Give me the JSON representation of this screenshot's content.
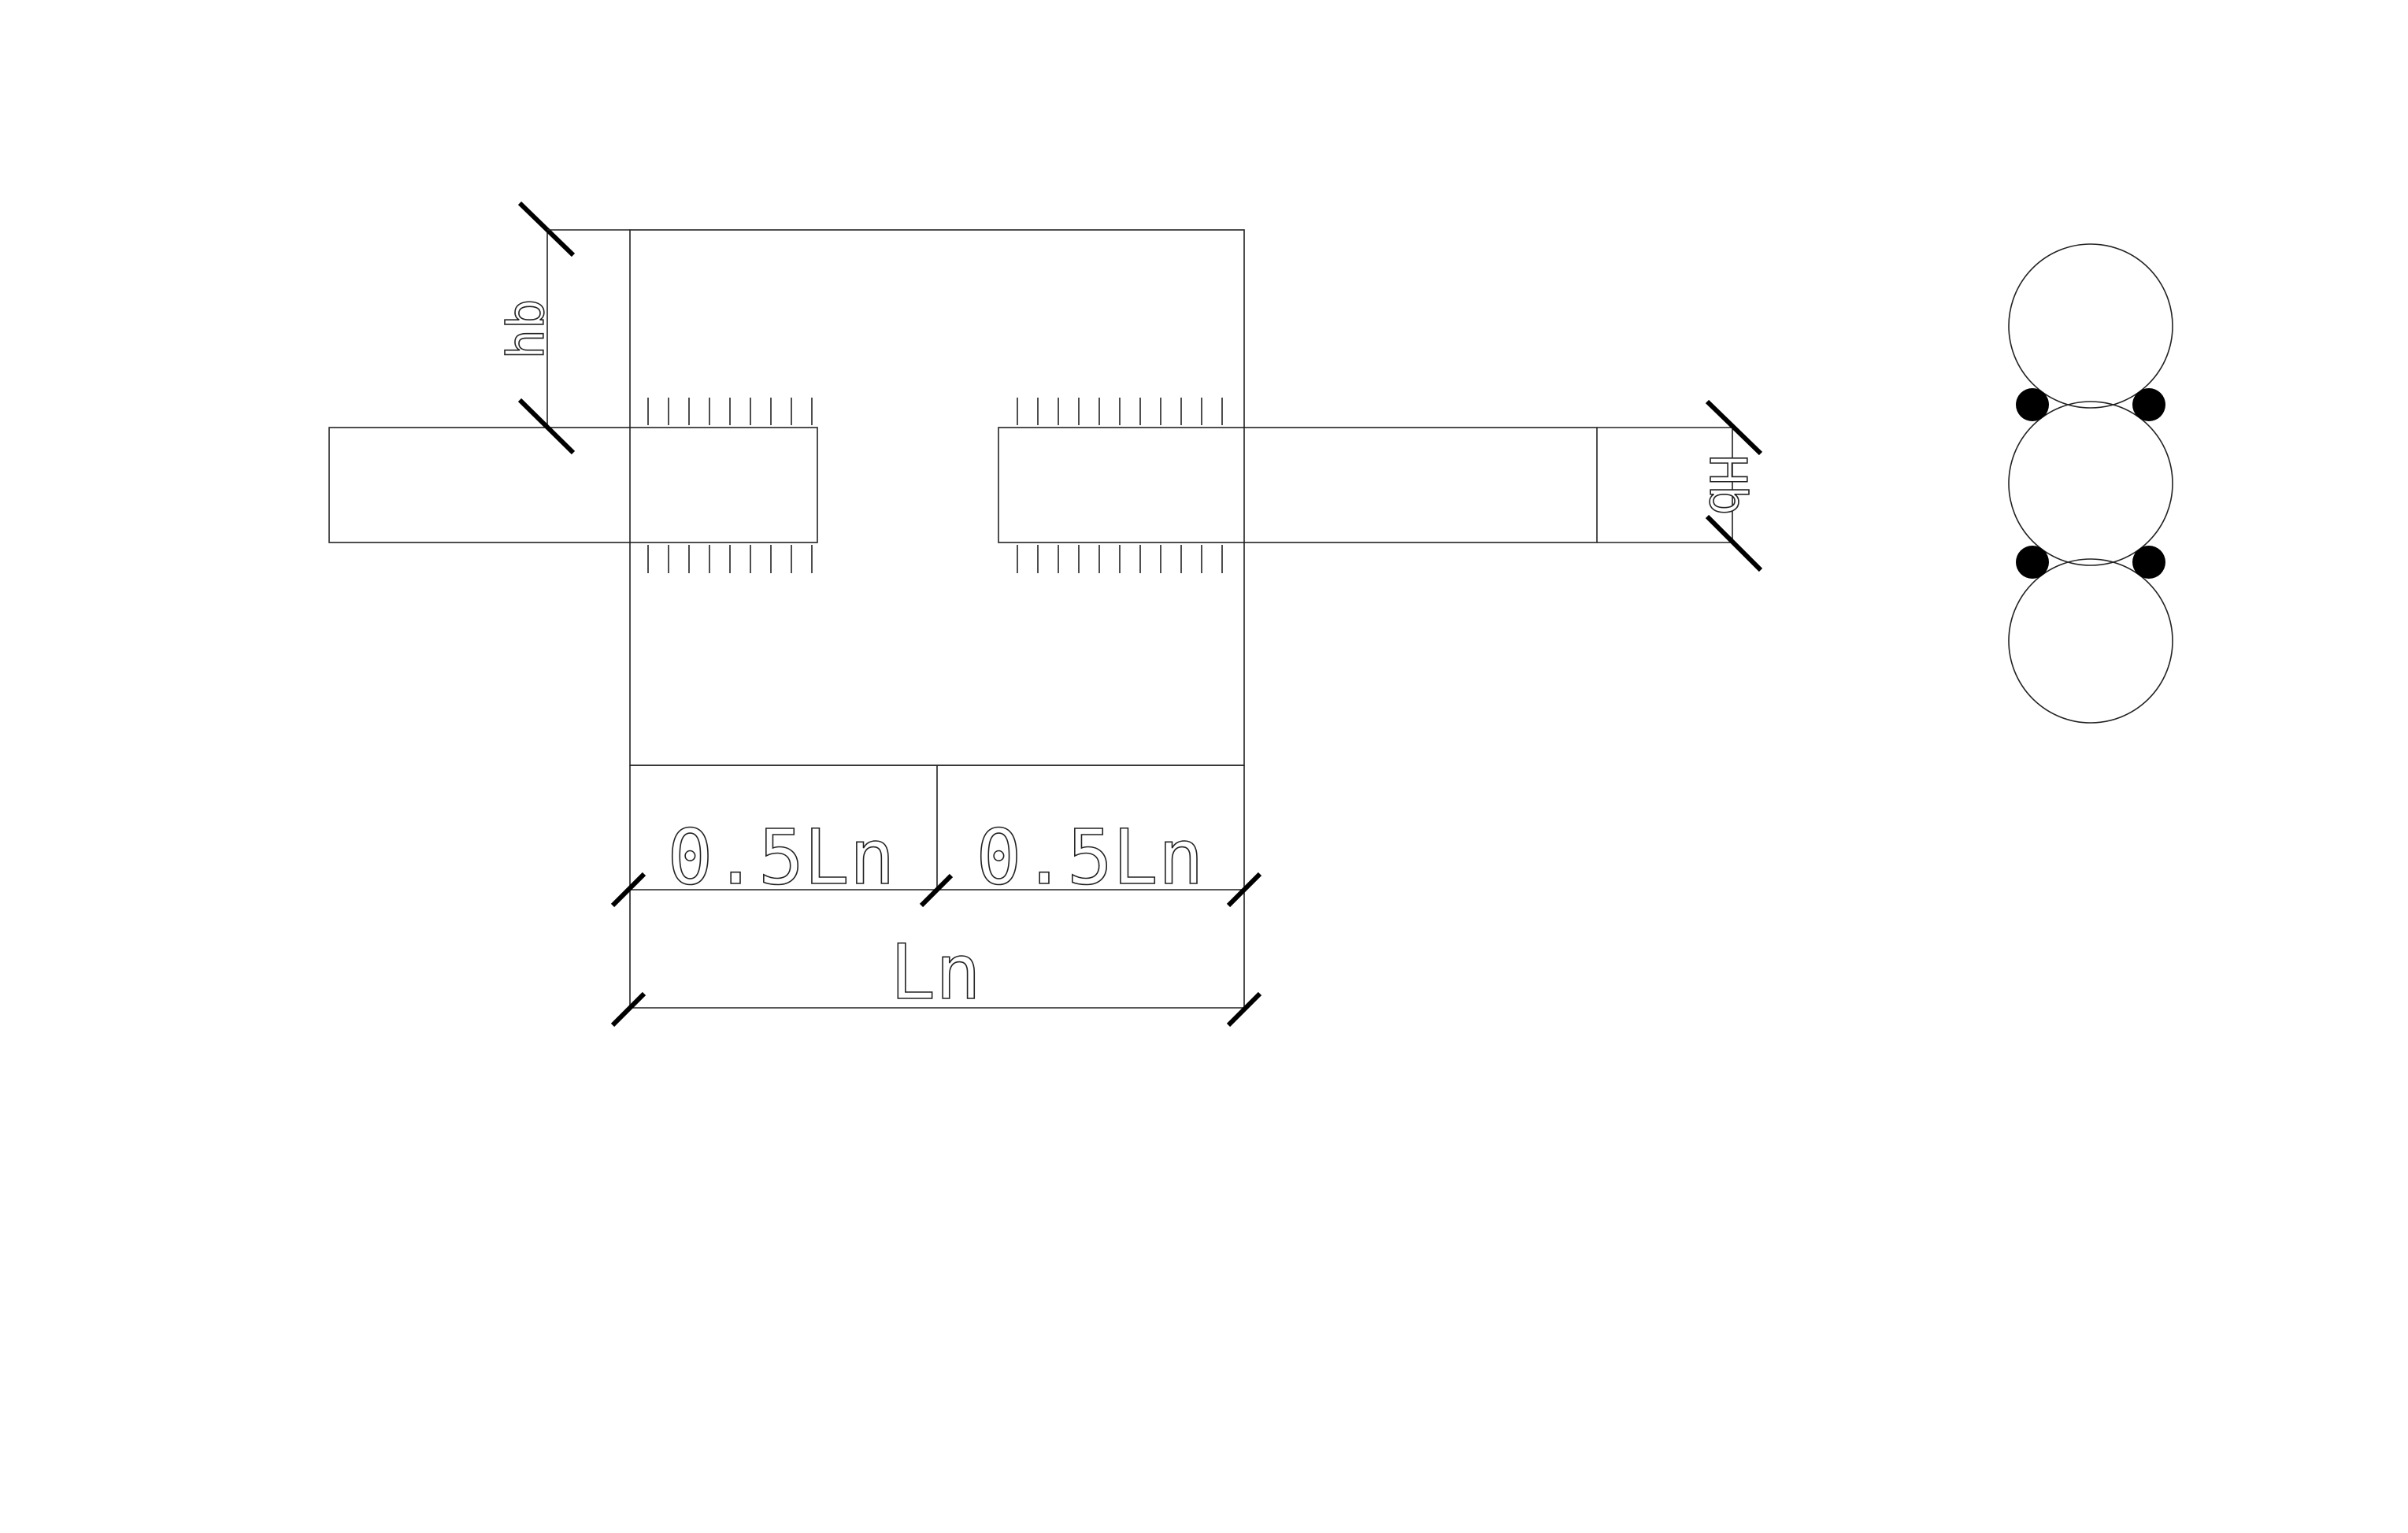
{
  "drawing": {
    "labels": {
      "column_top_dim": "hb",
      "beam_right_dim": "Hb",
      "half_span_left": "0.5Ln",
      "half_span_right": "0.5Ln",
      "clear_span": "Ln"
    }
  },
  "section": {
    "circle_count": 3,
    "bar_count": 4,
    "bar_color": "#000000"
  }
}
